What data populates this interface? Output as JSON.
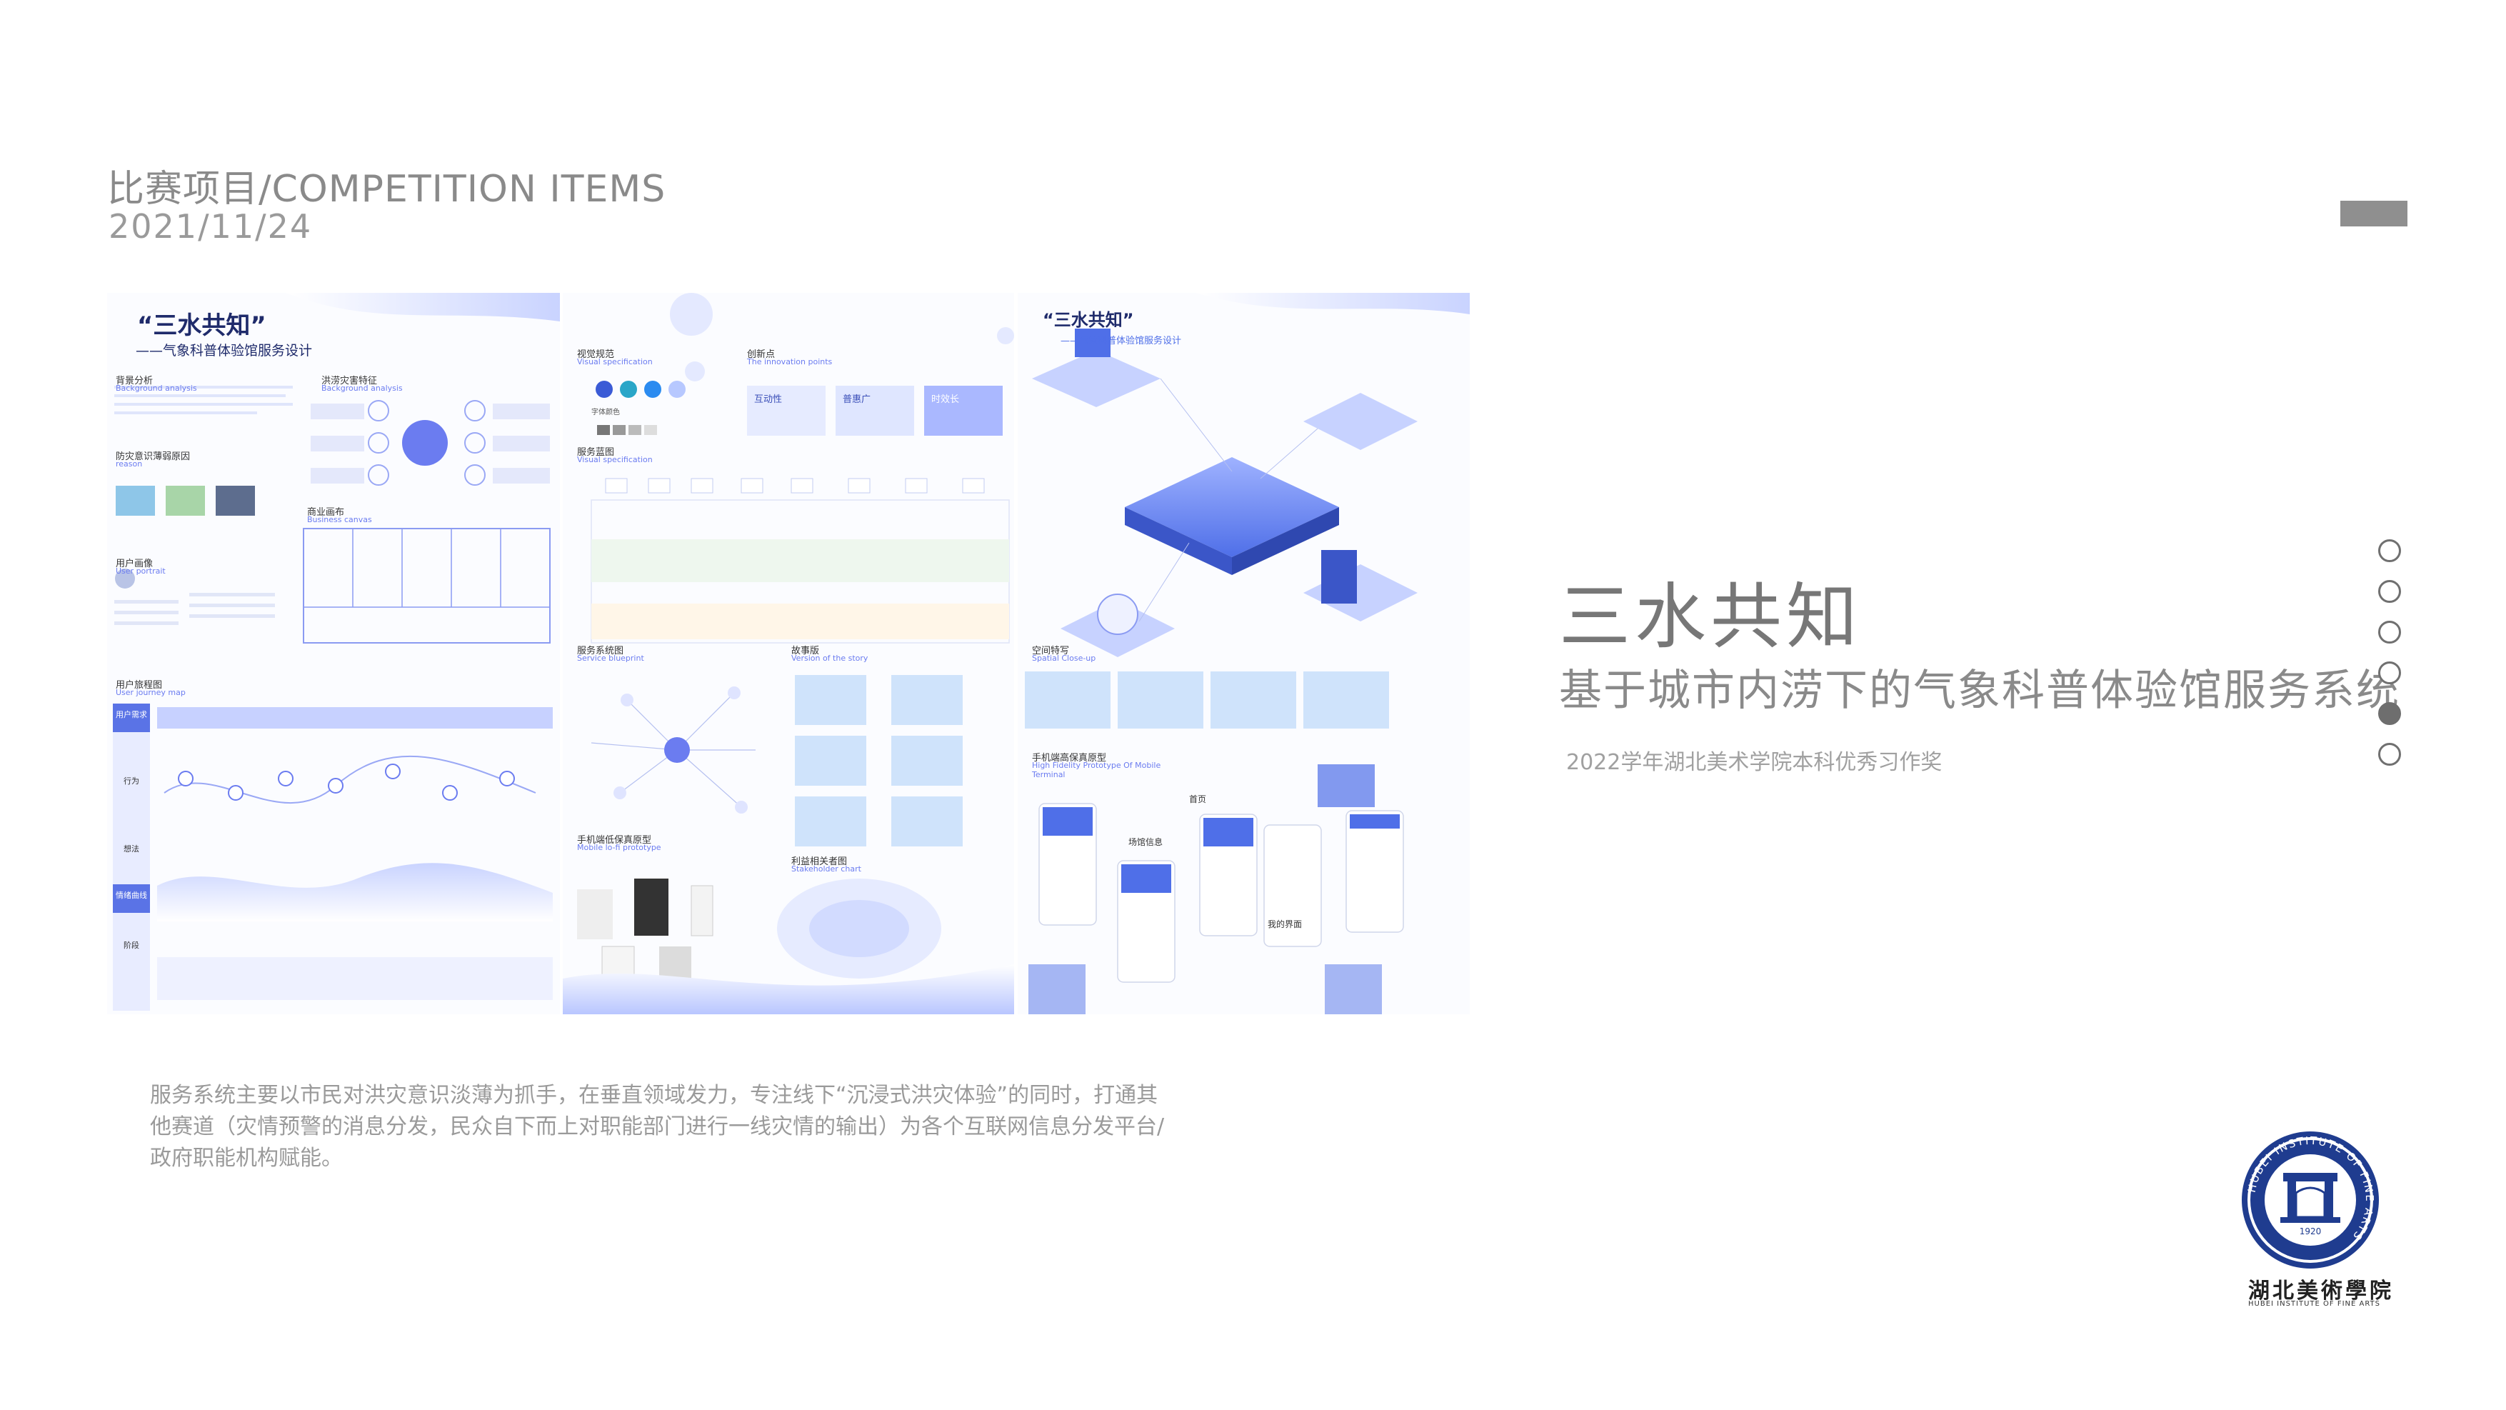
{
  "header": {
    "title": "比赛项目/COMPETITION ITEMS",
    "date": "2021/11/24"
  },
  "posters": {
    "p1": {
      "title": "“三水共知”",
      "subtitle": "——气象科普体验馆服务设计",
      "sections": [
        "背景分析",
        "洪涝灾害特征",
        "防灾意识薄弱原因",
        "商业画布",
        "用户画像",
        "用户旅程图"
      ],
      "sections_en": [
        "Background analysis",
        "Background analysis",
        "reason",
        "Business canvas",
        "User portrait",
        "User journey map"
      ],
      "lanes": [
        "用户需求",
        "行为",
        "想法",
        "情绪曲线",
        "阶段"
      ]
    },
    "p2": {
      "sections": [
        "视觉规范",
        "创新点",
        "服务蓝图",
        "服务系统图",
        "故事版",
        "手机端低保真原型",
        "利益相关者图"
      ],
      "sections_en": [
        "Visual specification",
        "The innovation points",
        "Visual specification",
        "Service blueprint",
        "Version of the story",
        "Mobile lo-fi prototype",
        "Stakeholder chart"
      ],
      "innovation": [
        "互动性",
        "普惠广",
        "时效长"
      ],
      "font_label": "字体颜色"
    },
    "p3": {
      "title": "“三水共知”",
      "subtitle": "——气象科普体验馆服务设计",
      "sections": [
        "空间特写",
        "手机端高保真原型"
      ],
      "sections_en": [
        "Spatial Close-up",
        "High Fidelity Prototype Of Mobile Terminal"
      ],
      "screen_labels": [
        "首页",
        "场馆信息",
        "我的界面"
      ]
    }
  },
  "project": {
    "title": "三水共知",
    "subtitle": "基于城市内涝下的气象科普体验馆服务系统",
    "award": "2022学年湖北美术学院本科优秀习作奖"
  },
  "description": "服务系统主要以市民对洪灾意识淡薄为抓手，在垂直领域发力，专注线下“沉浸式洪灾体验”的同时，打通其他赛道（灾情预警的消息分发，民众自下而上对职能部门进行一线灾情的输出）为各个互联网信息分发平台/政府职能机构赋能。",
  "pagination": {
    "total": 6,
    "active_index": 4
  },
  "logo": {
    "ring_text": "HUBEI INSTITUTE OF FINE ARTS",
    "year": "1920",
    "name_cn": "湖北美術學院",
    "name_en": "HUBEI INSTITUTE OF FINE ARTS"
  },
  "colors": {
    "accent_blue": "#4f6fe8",
    "light_blue": "#cbd6ff",
    "text_gray": "#8a8a8a"
  }
}
